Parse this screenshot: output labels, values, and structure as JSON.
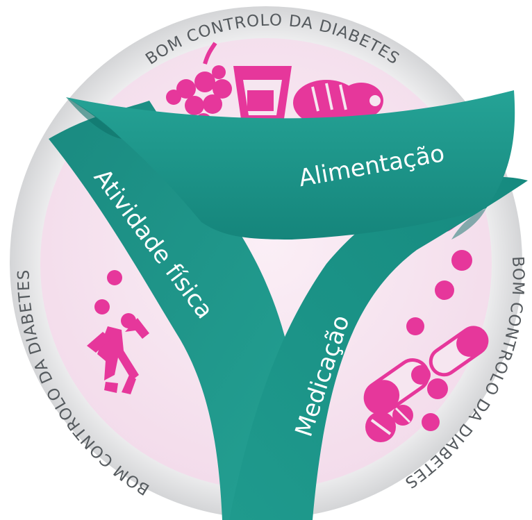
{
  "ring_label": "BOM CONTROLO DA DIABETES",
  "pillars": {
    "diet": "Alimentação",
    "activity": "Atividade física",
    "medication": "Medicação"
  },
  "colors": {
    "ring": "#d9dadb",
    "inner": "#f6e6f0",
    "band": "#1f958a",
    "band_dark": "#0f7169",
    "accent": "#e6379b",
    "ring_text": "#555a5e"
  },
  "icons": {
    "diet": [
      "grapes-icon",
      "glass-icon",
      "bread-icon"
    ],
    "activity": "sports-people-icon",
    "medication": "pills-icon"
  }
}
